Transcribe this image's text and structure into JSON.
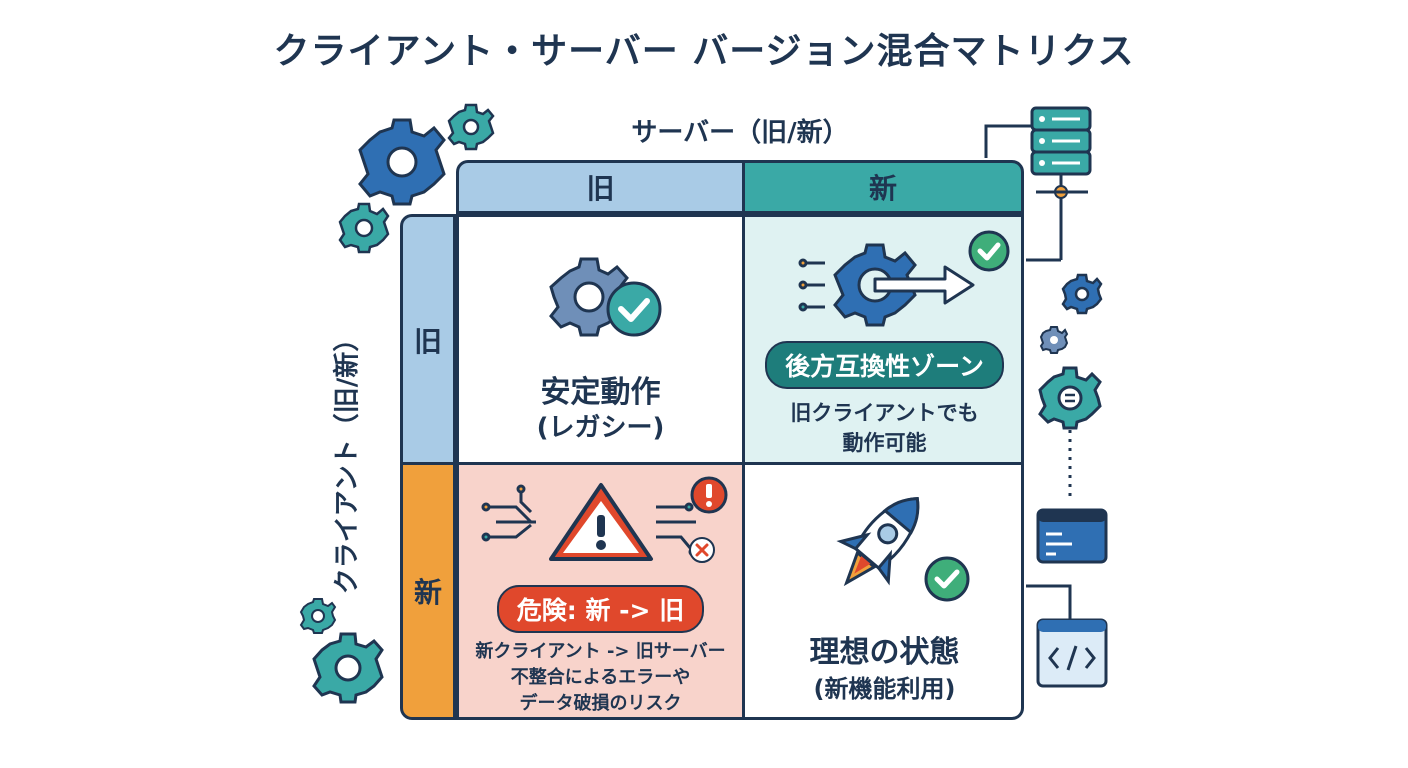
{
  "title": "クライアント・サーバー バージョン混合マトリクス",
  "server_axis_label": "サーバー（旧/新）",
  "client_axis_label": "クライアント（旧/新）",
  "columns": [
    "旧",
    "新"
  ],
  "rows": [
    "旧",
    "新"
  ],
  "cells": {
    "old_client_old_server": {
      "title": "安定動作",
      "subtitle": "(レガシー)"
    },
    "old_client_new_server": {
      "badge": "後方互換性ゾーン",
      "line1": "旧クライアントでも",
      "line2": "動作可能"
    },
    "new_client_old_server": {
      "badge": "危険: 新 -> 旧",
      "line1": "新クライアント -> 旧サーバー",
      "line2": "不整合によるエラーや",
      "line3": "データ破損のリスク"
    },
    "new_client_new_server": {
      "title": "理想の状態",
      "subtitle": "(新機能利用)"
    }
  },
  "colors": {
    "navy": "#1f3551",
    "old_blue": "#a9cbe6",
    "new_teal": "#3aa9a6",
    "new_orange": "#f0a03c",
    "danger_red": "#e0482c",
    "success_green": "#3fae7a"
  }
}
